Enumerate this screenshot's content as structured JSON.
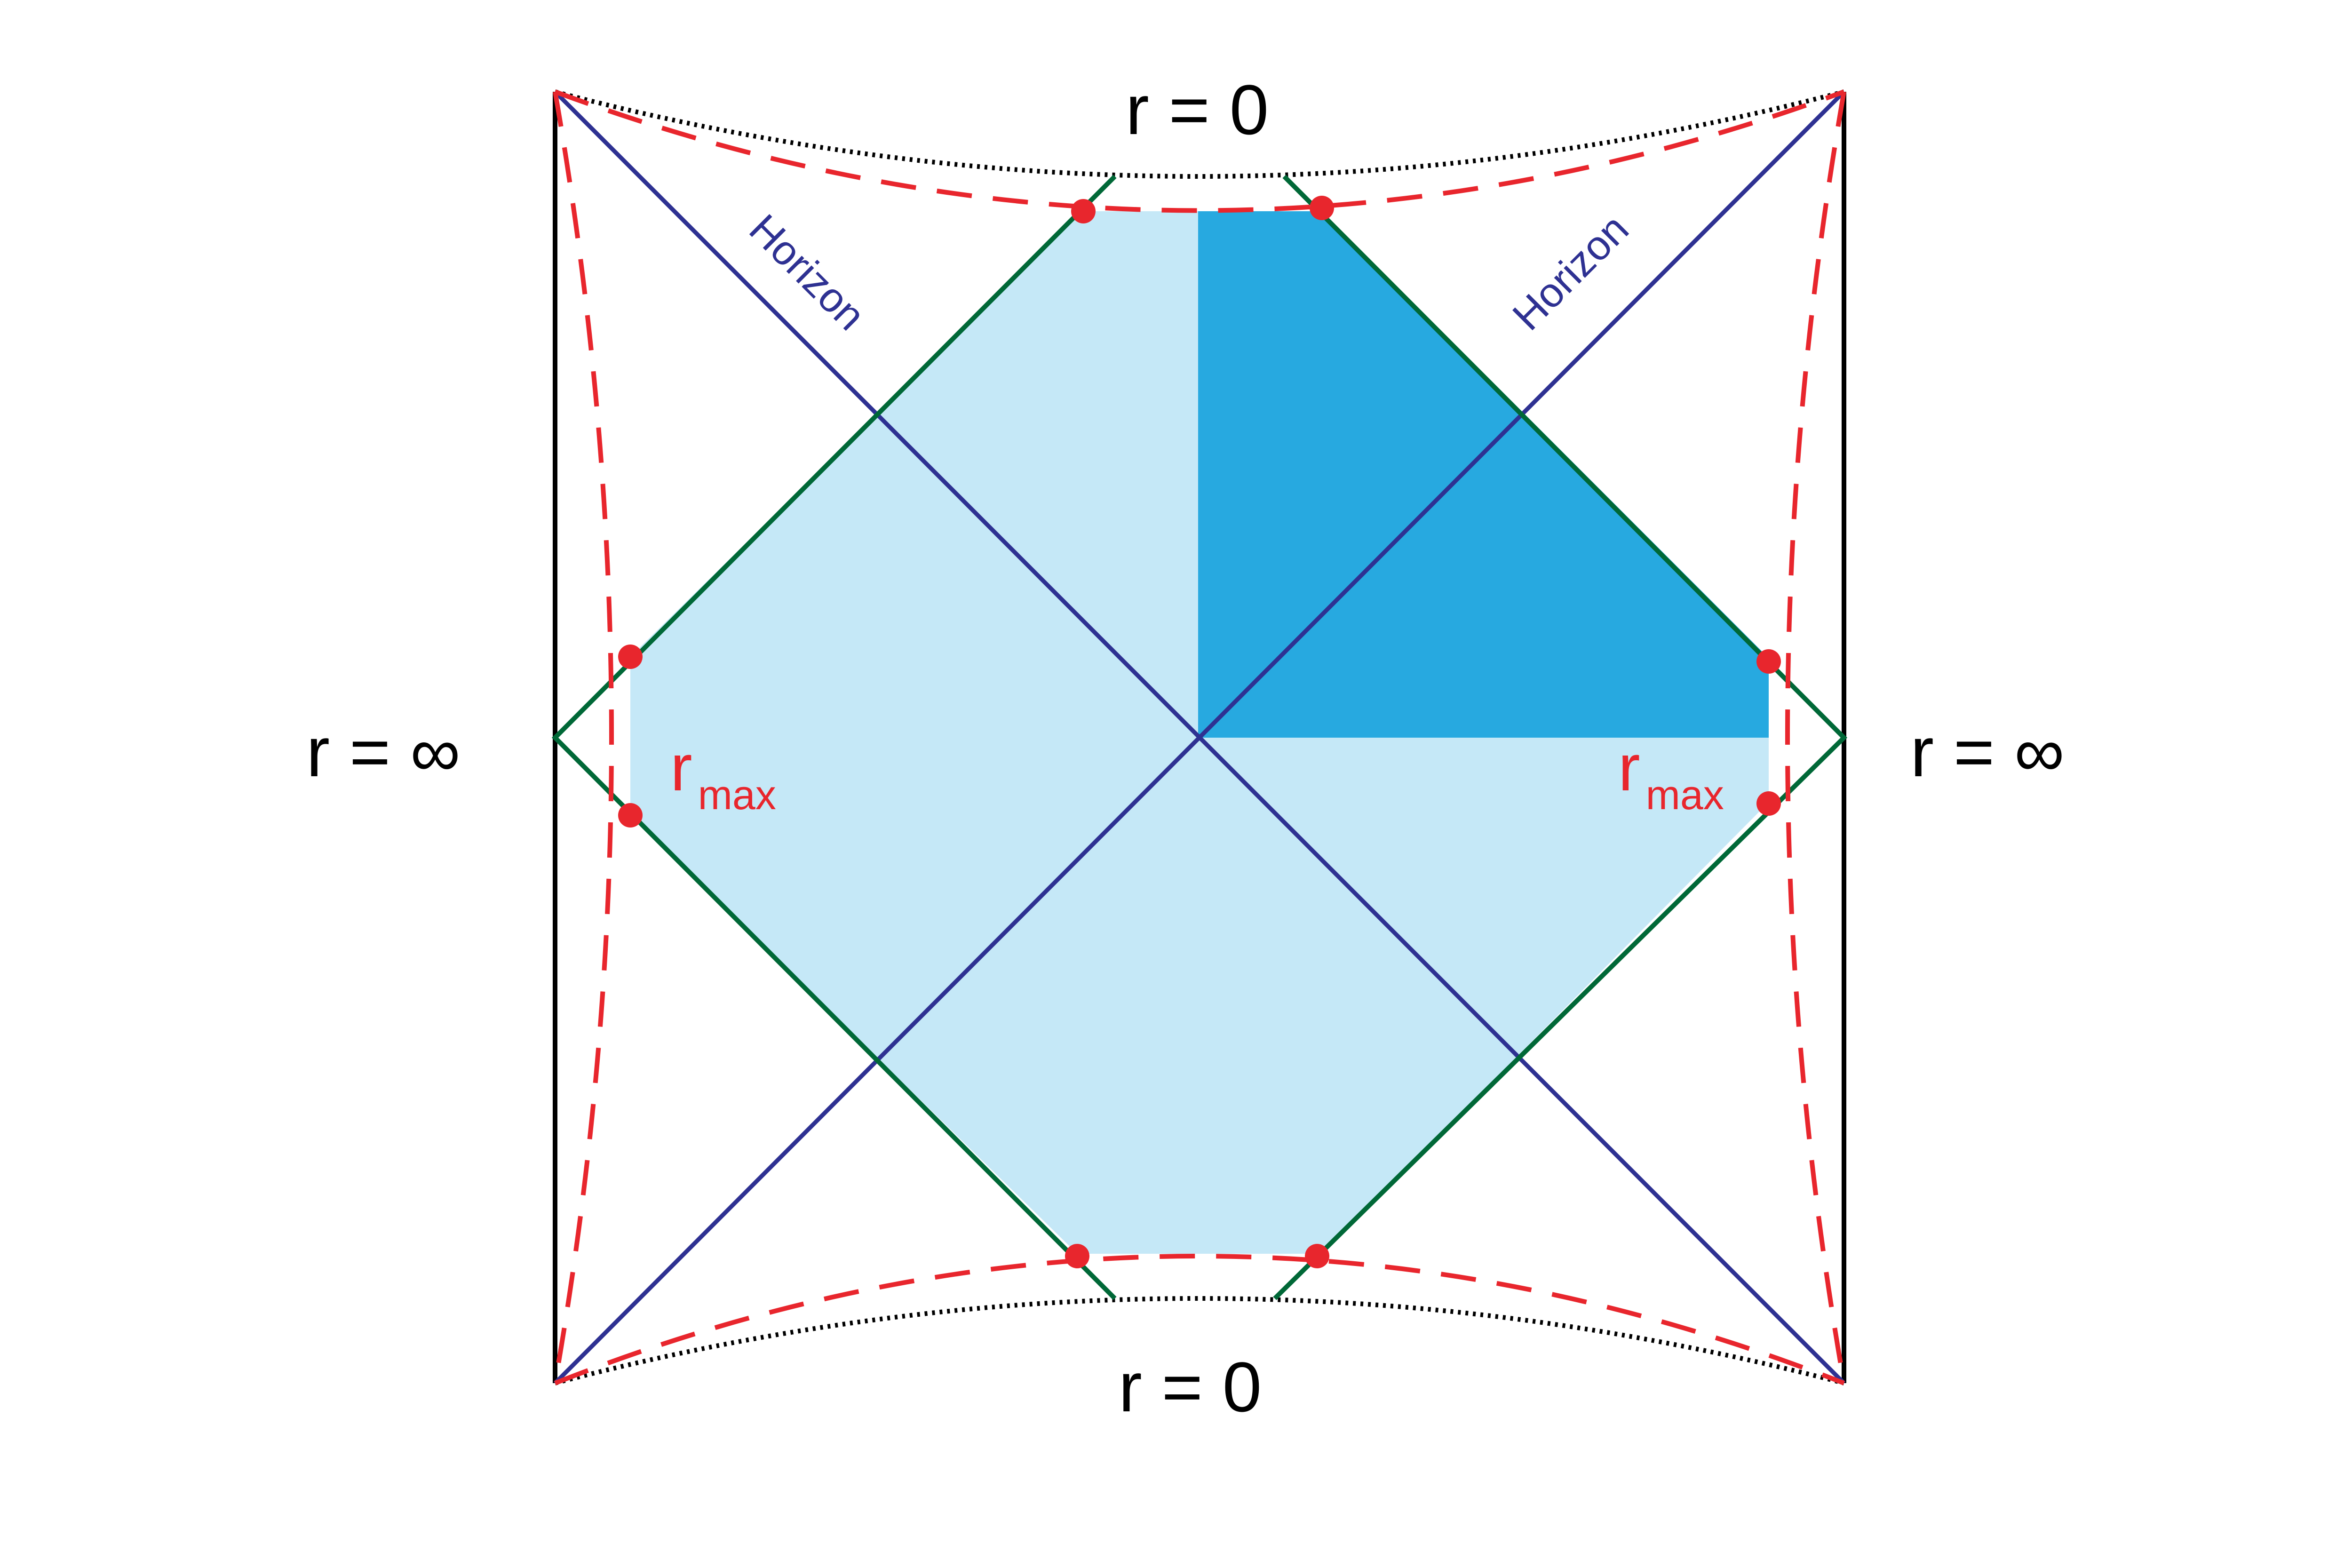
{
  "labels": {
    "top": "r = 0",
    "bottom": "r = 0",
    "left": "r = ∞",
    "right": "r = ∞",
    "horizon_left": "Horizon",
    "horizon_right": "Horizon",
    "rmax_base": "r",
    "rmax_sub": "max"
  },
  "colors": {
    "light_region": "#c5e8f7",
    "dark_region": "#27a9e0",
    "horizon": "#2e3192",
    "null_lines": "#006837",
    "rmax_curve": "#e8262d",
    "boundary": "#000000"
  }
}
